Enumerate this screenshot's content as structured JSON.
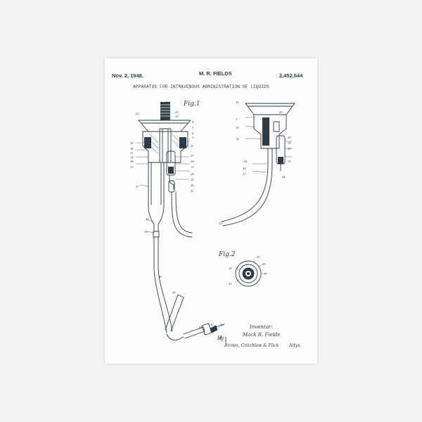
{
  "header": {
    "date": "Nov. 2, 1948.",
    "inventor": "M. R. FIELDS",
    "patent_number": "2,452,644"
  },
  "title": "APPARATUS FOR INTRAVENOUS ADMINISTRATION OF LIQUIDS",
  "figures": {
    "fig1": "Fig.1",
    "fig2": "Fig.2"
  },
  "signature": {
    "inventor_label": "Inventor:",
    "inventor_name": "Mack R. Fields",
    "by": "By",
    "attorneys": "Brown, Critchlow & Flick",
    "attys": "Attys."
  },
  "ink_color": "#2f3b45",
  "paper_color": "#fdfdfd",
  "background_color": "#f1f2f2"
}
